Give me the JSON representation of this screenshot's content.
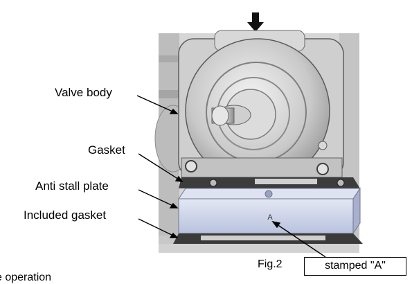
{
  "figure": {
    "caption": "Fig.2",
    "callouts": {
      "valve_body": "Valve body",
      "gasket": "Gasket",
      "anti_stall_plate": "Anti stall plate",
      "included_gasket": "Included gasket",
      "stamp_note": "stamped \"A\""
    },
    "plate_marking": "A",
    "partial_text": "e operation"
  },
  "colors": {
    "metal_light": "#d9d9d9",
    "metal_mid": "#b8b8b8",
    "metal_dark": "#6e6e6e",
    "gasket": "#3c3c3c",
    "plate": "#c5cde6",
    "arrow": "#111111"
  }
}
